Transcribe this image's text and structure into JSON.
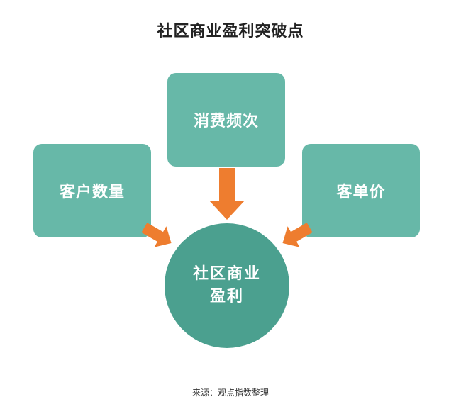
{
  "title": "社区商业盈利突破点",
  "boxes": {
    "frequency": "消费频次",
    "customers": "客户数量",
    "price": "客单价"
  },
  "center": {
    "line1": "社区商业",
    "line2": "盈利"
  },
  "source": "来源：观点指数整理",
  "colors": {
    "box": "#67b8a8",
    "circle": "#4ba08f",
    "arrow": "#ee7d2f"
  }
}
